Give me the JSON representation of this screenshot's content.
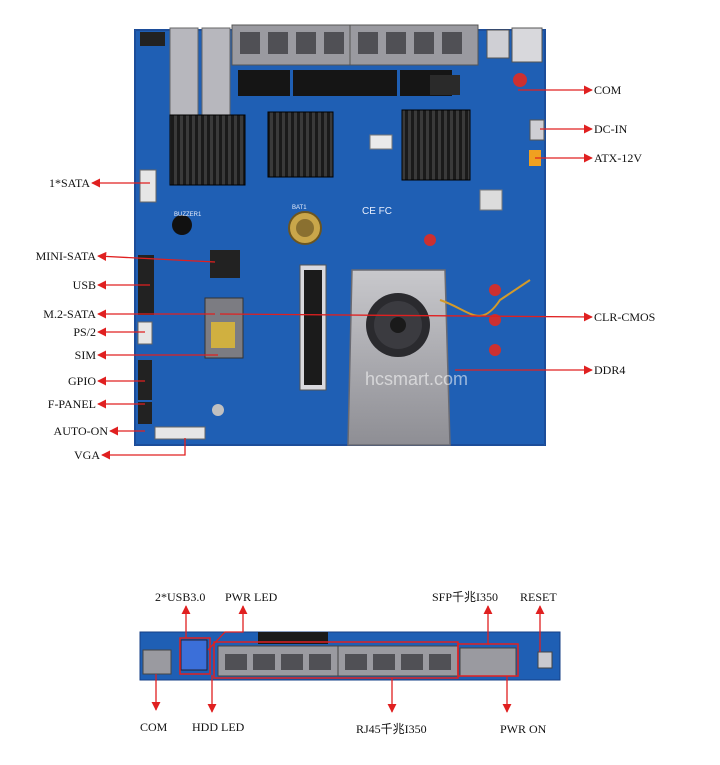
{
  "board": {
    "left_labels": [
      "1*SATA",
      "MINI-SATA",
      "USB",
      "M.2-SATA",
      "PS/2",
      "SIM",
      "GPIO",
      "F-PANEL",
      "AUTO-ON",
      "VGA"
    ],
    "right_labels": [
      "COM",
      "DC-IN",
      "ATX-12V",
      "CLR-CMOS",
      "DDR4"
    ],
    "board_marks": [
      "CE FC",
      "BUZZER1",
      "BAT1"
    ],
    "watermark": "hcsmart.com"
  },
  "io_panel": {
    "top_labels": [
      "2*USB3.0",
      "PWR LED",
      "SFP千兆I350",
      "RESET"
    ],
    "bottom_labels": [
      "COM",
      "HDD LED",
      "RJ45千兆I350",
      "PWR ON"
    ]
  },
  "colors": {
    "pcb": "#1f5fb4",
    "pcb_dark": "#163f86",
    "arrow": "#e02020",
    "heatsink": "#1a1a1a",
    "fan_cover": "#a8a8ad",
    "rj45_metal": "#9a9aa0"
  }
}
